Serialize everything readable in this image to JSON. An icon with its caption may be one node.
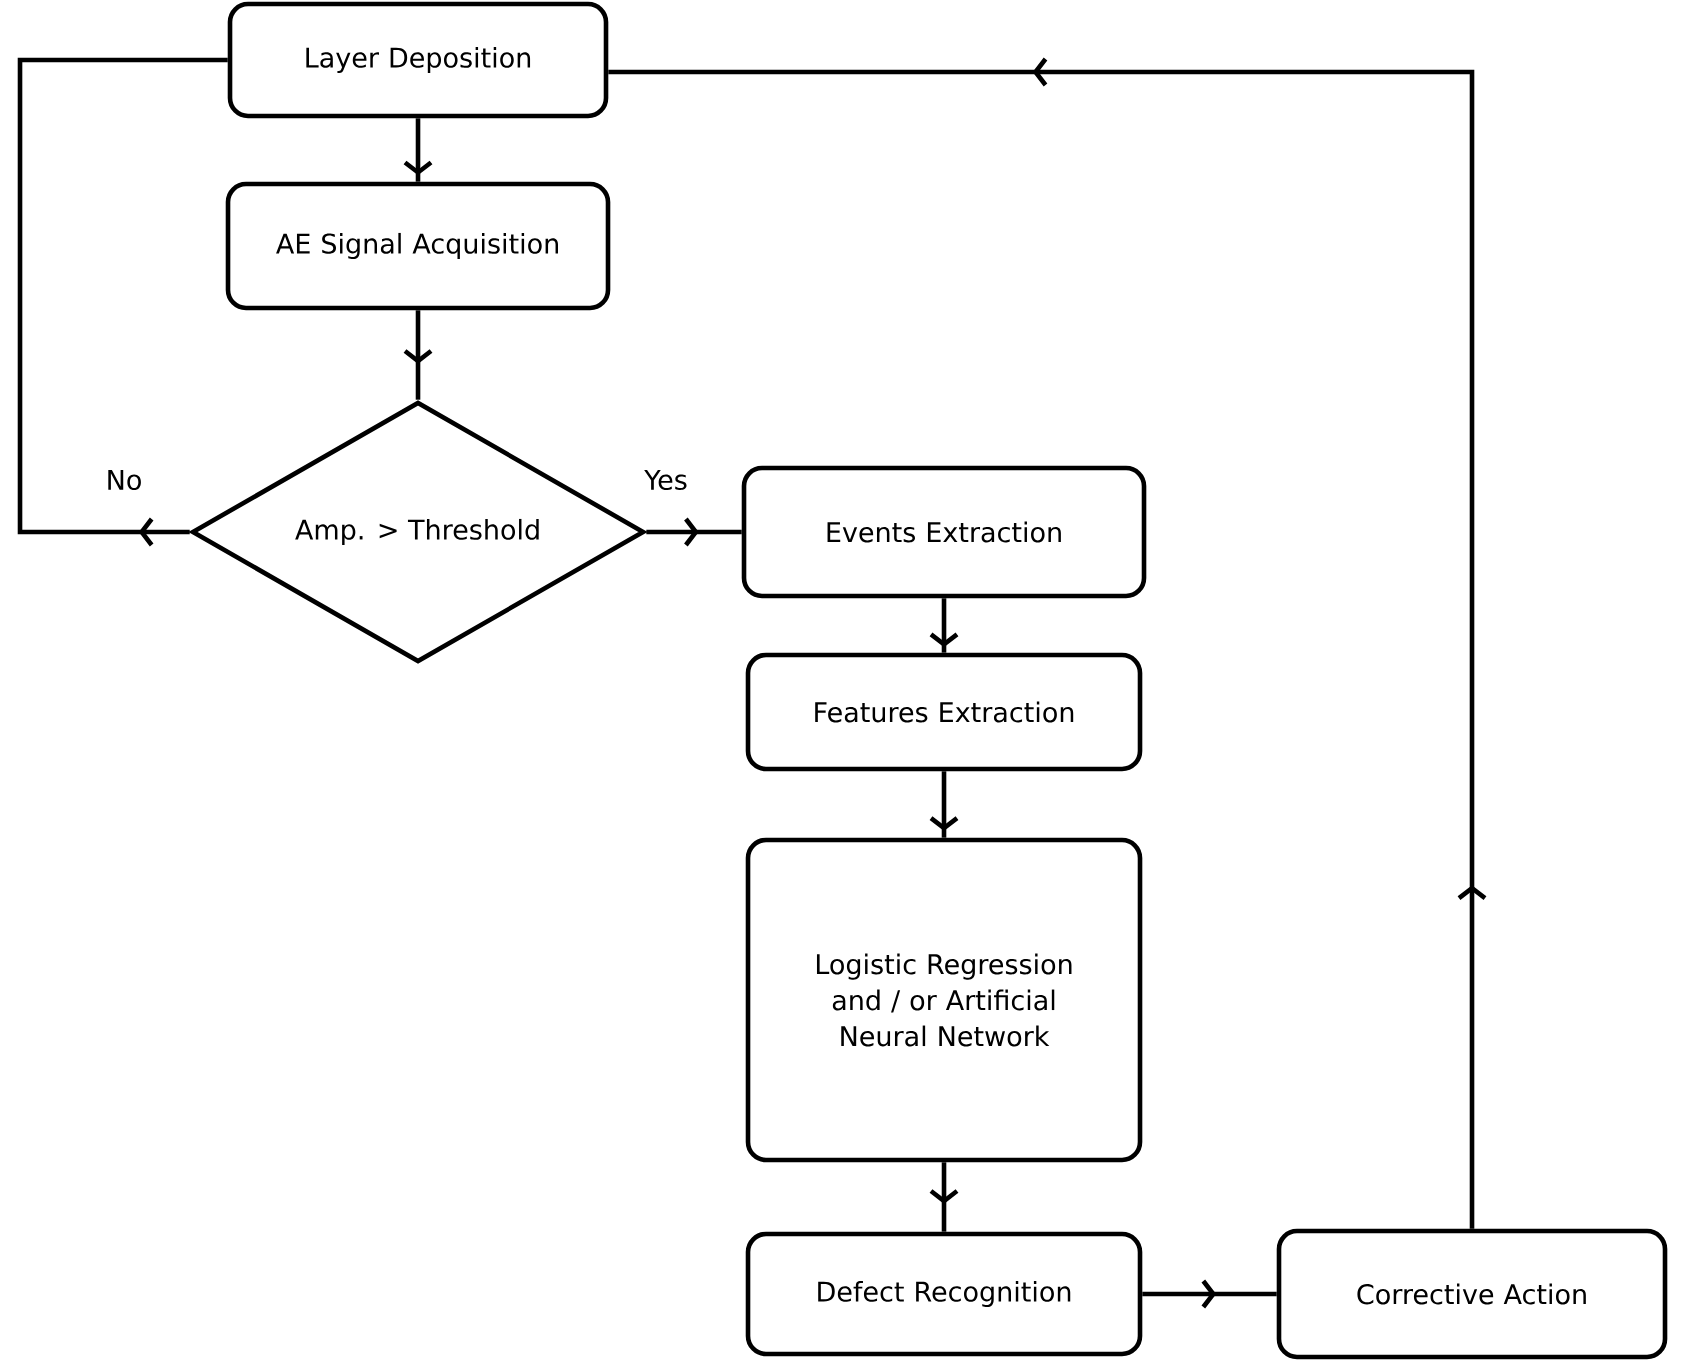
{
  "diagram": {
    "nodes": [
      {
        "text": [
          "Layer Deposition"
        ]
      },
      {
        "text": [
          "AE Signal Acquisition"
        ]
      },
      {
        "text": [
          "Amp. > Threshold"
        ]
      },
      {
        "text": [
          "Events Extraction"
        ]
      },
      {
        "text": [
          "Features Extraction"
        ]
      },
      {
        "text": [
          "Logistic Regression and / or Artificial Neural Network"
        ]
      },
      {
        "text": [
          "Defect Recognition"
        ]
      },
      {
        "text": [
          "Corrective Action"
        ]
      }
    ],
    "edges": [
      {
        "from": 0,
        "to": 1,
        "arrow": "to"
      },
      {
        "from": 1,
        "to": 2,
        "arrow": "to"
      },
      {
        "from": 2,
        "to": 3,
        "arrow": "to",
        "label": "Yes"
      },
      {
        "from": 2,
        "to": 0,
        "arrow": "to",
        "label": "No"
      },
      {
        "from": 3,
        "to": 4,
        "arrow": "to"
      },
      {
        "from": 4,
        "to": 5,
        "arrow": "to"
      },
      {
        "from": 5,
        "to": 6,
        "arrow": "to"
      },
      {
        "from": 6,
        "to": 7,
        "arrow": "to"
      },
      {
        "from": 7,
        "to": 0,
        "arrow": "to"
      }
    ]
  }
}
